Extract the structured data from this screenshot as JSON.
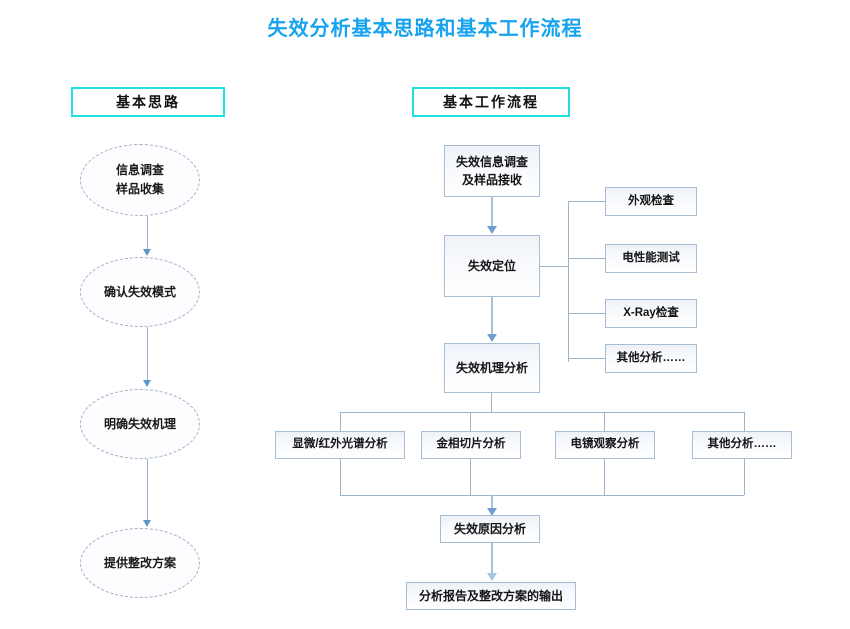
{
  "page": {
    "title": "失效分析基本思路和基本工作流程",
    "title_color": "#18a3ef",
    "background": "#ffffff"
  },
  "colors": {
    "header_border": "#21e0e0",
    "ellipse_border": "#9fb2c4",
    "box_border": "#a8bdd2",
    "connector": "#9bb4cc",
    "arrow": "#6f9fd0"
  },
  "left_column": {
    "header": "基本思路",
    "nodes": [
      {
        "line1": "信息调查",
        "line2": "样品收集"
      },
      {
        "line1": "确认失效模式",
        "line2": ""
      },
      {
        "line1": "明确失效机理",
        "line2": ""
      },
      {
        "line1": "提供整改方案",
        "line2": ""
      }
    ]
  },
  "right_column": {
    "header": "基本工作流程",
    "main_flow": [
      {
        "line1": "失效信息调查",
        "line2": "及样品接收"
      },
      {
        "line1": "失效定位",
        "line2": ""
      },
      {
        "line1": "失效机理分析",
        "line2": ""
      },
      {
        "line1": "失效原因分析",
        "line2": ""
      },
      {
        "line1": "分析报告及整改方案的输出",
        "line2": ""
      }
    ],
    "side_branches": [
      {
        "label": "外观检查"
      },
      {
        "label": "电性能测试"
      },
      {
        "label": "X-Ray检查"
      },
      {
        "label": "其他分析……"
      }
    ],
    "analysis_branches": [
      {
        "label": "显微/红外光谱分析"
      },
      {
        "label": "金相切片分析"
      },
      {
        "label": "电镜观察分析"
      },
      {
        "label": "其他分析……"
      }
    ]
  }
}
